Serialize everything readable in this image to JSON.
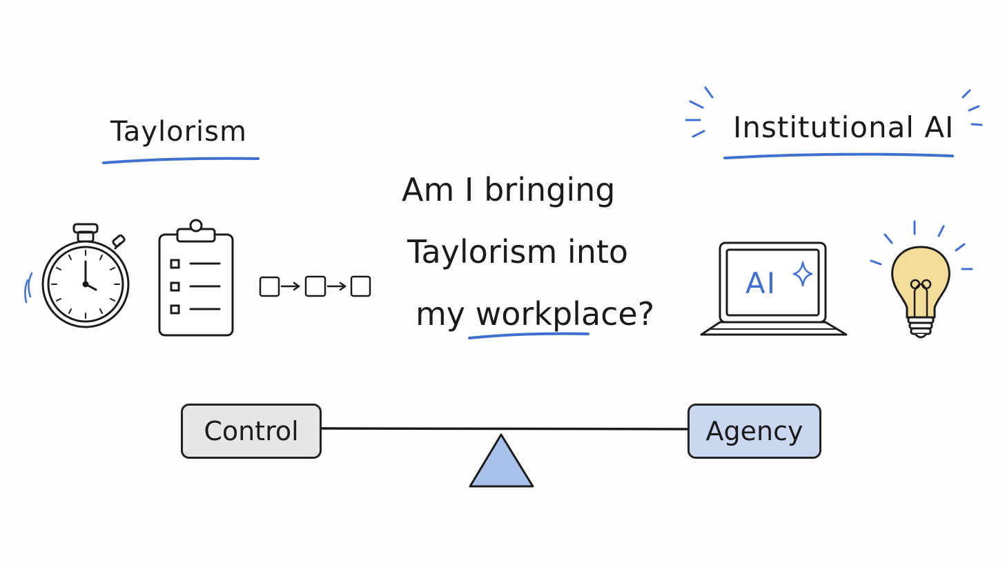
{
  "left": {
    "title": "Taylorism"
  },
  "right": {
    "title": "Institutional AI",
    "laptop_screen_text": "AI"
  },
  "center": {
    "question_lines": [
      "Am I bringing",
      "Taylorism into",
      "my workplace?"
    ]
  },
  "balance": {
    "left_label": "Control",
    "right_label": "Agency"
  },
  "icons": [
    "stopwatch-icon",
    "clipboard-checklist-icon",
    "process-flow-icon",
    "laptop-ai-icon",
    "lightbulb-icon",
    "seesaw-fulcrum-icon"
  ],
  "colors": {
    "accent_blue": "#3f6fd0",
    "control_fill": "#e6e6e6",
    "agency_fill": "#c9d8f0",
    "fulcrum_fill": "#a9c2ec",
    "bulb_fill": "#f3dc9a"
  }
}
